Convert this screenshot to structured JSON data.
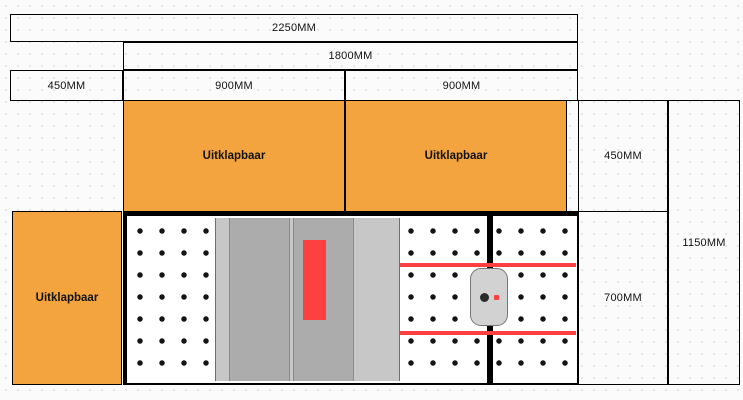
{
  "diagram": {
    "dims": {
      "total_width": "2250MM",
      "inner_width": "1800MM",
      "left_section_width": "450MM",
      "panel_left_width": "900MM",
      "panel_right_width": "900MM",
      "top_section_height": "450MM",
      "bottom_section_height": "700MM",
      "total_height": "1150MM"
    },
    "labels": {
      "fold_panel_top_left": "Uitklapbaar",
      "fold_panel_top_right": "Uitklapbaar",
      "fold_panel_side": "Uitklapbaar"
    },
    "colors": {
      "panel_orange": "#F4A43F",
      "accent_red": "#FF4040",
      "frame_gray": "#C7C7C7",
      "column_gray": "#ACACAC",
      "outline_black": "#000000"
    }
  }
}
